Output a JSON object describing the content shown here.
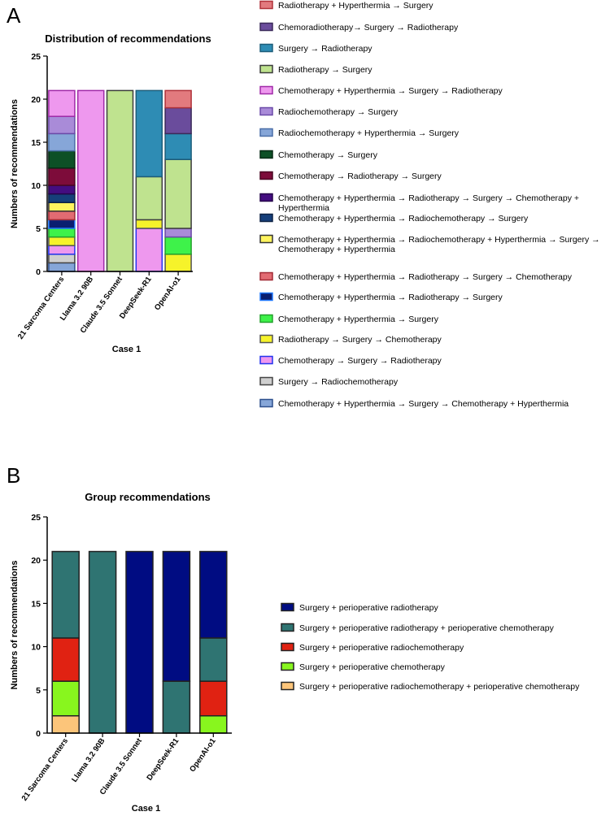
{
  "panel_a_letter": "A",
  "panel_b_letter": "B",
  "chart_data": [
    {
      "type": "bar",
      "stacked": true,
      "title": "Distribution of recommendations",
      "xlabel": "Case 1",
      "ylabel": "Numbers of recommendations",
      "ylim": [
        0,
        25
      ],
      "yticks": [
        0,
        5,
        10,
        15,
        20,
        25
      ],
      "categories": [
        "21 Sarcoma Centers",
        "Llama 3.2 90B",
        "Claude 3.5 Sonnet",
        "DeepSeek-R1",
        "OpenAI-o1"
      ],
      "legend_position": "right",
      "series": [
        {
          "name": "Chemotherapy + Hyperthermia → Surgery → Chemotherapy + Hyperthermia",
          "color": "#86a6d8",
          "edge": "#2c4f8c",
          "values": [
            1,
            0,
            0,
            0,
            0
          ]
        },
        {
          "name": "Surgery → Radiochemotherapy",
          "color": "#cfcfcf",
          "edge": "#444444",
          "values": [
            1,
            0,
            0,
            0,
            0
          ]
        },
        {
          "name": "Chemotherapy → Surgery → Radiotherapy",
          "color": "#ee98ee",
          "edge": "#2233ee",
          "values": [
            1,
            0,
            0,
            5,
            0
          ]
        },
        {
          "name": "Radiotherapy → Surgery → Chemotherapy",
          "color": "#f6f32a",
          "edge": "#555555",
          "values": [
            1,
            0,
            0,
            1,
            2
          ]
        },
        {
          "name": "Chemotherapy + Hyperthermia → Surgery",
          "color": "#3ef24a",
          "edge": "#23a02c",
          "values": [
            1,
            0,
            0,
            0,
            2
          ]
        },
        {
          "name": "Chemotherapy + Hyperthermia → Radiotherapy → Surgery",
          "color": "#0a1e70",
          "edge": "#1f78ff",
          "values": [
            1,
            0,
            0,
            0,
            0
          ]
        },
        {
          "name": "Chemotherapy + Hyperthermia → Radiotherapy → Surgery → Chemotherapy",
          "color": "#e26b72",
          "edge": "#a12a35",
          "values": [
            1,
            0,
            0,
            0,
            0
          ]
        },
        {
          "name": "Chemotherapy + Hyperthermia → Radiochemotherapy + Hyperthermia → Surgery → Chemotherapy + Hyperthermia",
          "color": "#fff45e",
          "edge": "#333333",
          "values": [
            1,
            0,
            0,
            0,
            0
          ]
        },
        {
          "name": "Chemotherapy + Hyperthermia → Radiochemotherapy → Surgery",
          "color": "#163f7a",
          "edge": "#0d2244",
          "values": [
            1,
            0,
            0,
            0,
            0
          ]
        },
        {
          "name": "Chemotherapy + Hyperthermia → Radiotherapy → Surgery → Chemotherapy + Hyperthermia",
          "color": "#440d80",
          "edge": "#25054a",
          "values": [
            1,
            0,
            0,
            0,
            0
          ]
        },
        {
          "name": "Chemotherapy → Radiotherapy → Surgery",
          "color": "#7d0c3a",
          "edge": "#4a0622",
          "values": [
            2,
            0,
            0,
            0,
            0
          ]
        },
        {
          "name": "Chemotherapy → Surgery",
          "color": "#0d5026",
          "edge": "#062a14",
          "values": [
            2,
            0,
            0,
            0,
            0
          ]
        },
        {
          "name": "Radiochemotherapy + Hyperthermia → Surgery",
          "color": "#86a6d8",
          "edge": "#4a6ea8",
          "values": [
            2,
            0,
            0,
            0,
            0
          ]
        },
        {
          "name": "Radiochemotherapy → Surgery",
          "color": "#a98bd8",
          "edge": "#6b4aa8",
          "values": [
            2,
            0,
            0,
            0,
            1
          ]
        },
        {
          "name": "Chemotherapy + Hyperthermia → Surgery → Radiotherapy",
          "color": "#ee98ee",
          "edge": "#a02aa8",
          "values": [
            3,
            21,
            0,
            0,
            0
          ]
        },
        {
          "name": "Radiotherapy → Surgery",
          "color": "#bfe38f",
          "edge": "#3c3c3c",
          "values": [
            0,
            0,
            21,
            5,
            8
          ]
        },
        {
          "name": "Surgery → Radiotherapy",
          "color": "#2e8cb4",
          "edge": "#1d5e7a",
          "values": [
            0,
            0,
            0,
            10,
            3
          ]
        },
        {
          "name": "Chemoradiotherapy→ Surgery → Radiotherapy",
          "color": "#6a4c9c",
          "edge": "#3b2a5a",
          "values": [
            0,
            0,
            0,
            0,
            3
          ]
        },
        {
          "name": "Radiotherapy + Hyperthermia → Surgery",
          "color": "#e27a7e",
          "edge": "#b0323a",
          "values": [
            0,
            0,
            0,
            0,
            2
          ]
        }
      ],
      "legend_order": [
        "Radiotherapy + Hyperthermia → Surgery",
        "Chemoradiotherapy→ Surgery → Radiotherapy",
        "Surgery → Radiotherapy",
        "Radiotherapy → Surgery",
        "Chemotherapy + Hyperthermia → Surgery → Radiotherapy",
        "Radiochemotherapy → Surgery",
        "Radiochemotherapy + Hyperthermia → Surgery",
        "Chemotherapy → Surgery",
        "Chemotherapy → Radiotherapy → Surgery",
        "Chemotherapy + Hyperthermia → Radiotherapy → Surgery → Chemotherapy + Hyperthermia",
        "Chemotherapy + Hyperthermia → Radiochemotherapy → Surgery",
        "Chemotherapy + Hyperthermia → Radiochemotherapy + Hyperthermia → Surgery → Chemotherapy + Hyperthermia",
        "Chemotherapy + Hyperthermia → Radiotherapy → Surgery → Chemotherapy",
        "Chemotherapy + Hyperthermia → Radiotherapy → Surgery",
        "Chemotherapy + Hyperthermia → Surgery",
        "Radiotherapy → Surgery → Chemotherapy",
        "Chemotherapy → Surgery → Radiotherapy",
        "Surgery → Radiochemotherapy",
        "Chemotherapy + Hyperthermia → Surgery → Chemotherapy + Hyperthermia"
      ]
    },
    {
      "type": "bar",
      "stacked": true,
      "title": "Group recommendations",
      "xlabel": "Case 1",
      "ylabel": "Numbers of recommendations",
      "ylim": [
        0,
        25
      ],
      "yticks": [
        0,
        5,
        10,
        15,
        20,
        25
      ],
      "categories": [
        "21 Sarcoma Centers",
        "Llama 3.2 90B",
        "Claude 3.5 Sonnet",
        "DeepSeek-R1",
        "OpenAI-o1"
      ],
      "legend_position": "right",
      "series": [
        {
          "name": "Surgery + perioperative radiochemotherapy + perioperative chemotherapy",
          "color": "#fcc57a",
          "edge": "#222222",
          "values": [
            2,
            0,
            0,
            0,
            0
          ]
        },
        {
          "name": "Surgery + perioperative chemotherapy",
          "color": "#88f61e",
          "edge": "#222222",
          "values": [
            4,
            0,
            0,
            0,
            2
          ]
        },
        {
          "name": "Surgery + perioperative radiochemotherapy",
          "color": "#e02212",
          "edge": "#222222",
          "values": [
            5,
            0,
            0,
            0,
            4
          ]
        },
        {
          "name": "Surgery + perioperative radiotherapy + perioperative chemotherapy",
          "color": "#2f7472",
          "edge": "#222222",
          "values": [
            10,
            21,
            0,
            6,
            5
          ]
        },
        {
          "name": "Surgery + perioperative radiotherapy",
          "color": "#000c82",
          "edge": "#222222",
          "values": [
            0,
            0,
            21,
            15,
            10
          ]
        }
      ],
      "legend_order": [
        "Surgery + perioperative radiotherapy",
        "Surgery + perioperative radiotherapy + perioperative chemotherapy",
        "Surgery + perioperative radiochemotherapy",
        "Surgery + perioperative chemotherapy",
        "Surgery + perioperative radiochemotherapy + perioperative chemotherapy"
      ]
    }
  ]
}
